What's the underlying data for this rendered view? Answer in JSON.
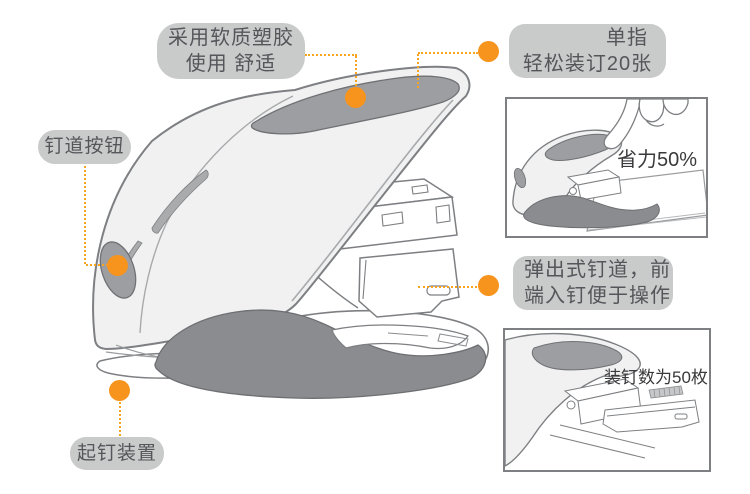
{
  "colors": {
    "accent_orange": "#F7941E",
    "bubble_bg": "#C9CACA",
    "bubble_text": "#55565A",
    "outline_gray": "#7D7F82",
    "pad_gray": "#9C9EA1",
    "grip_gray": "#8A8C8F",
    "body_fill": "#F1F1F2"
  },
  "callouts": {
    "soft_grip": {
      "line1": "采用软质塑胶",
      "line2": "使用  舒适"
    },
    "one_finger": {
      "line1": "单指",
      "line2": "轻松装订20张"
    },
    "channel_button": {
      "label": "钉道按钮"
    },
    "popout_channel": {
      "line1": "弹出式钉道，前",
      "line2": "端入钉便于操作"
    },
    "staple_remover": {
      "label": "起钉装置"
    }
  },
  "insets": {
    "effort": {
      "caption": "省力50%"
    },
    "capacity": {
      "caption": "装钉数为50枚"
    }
  },
  "icons": {
    "marker_dot": "orange-circle-marker",
    "connector": "orange-dotted-line"
  }
}
